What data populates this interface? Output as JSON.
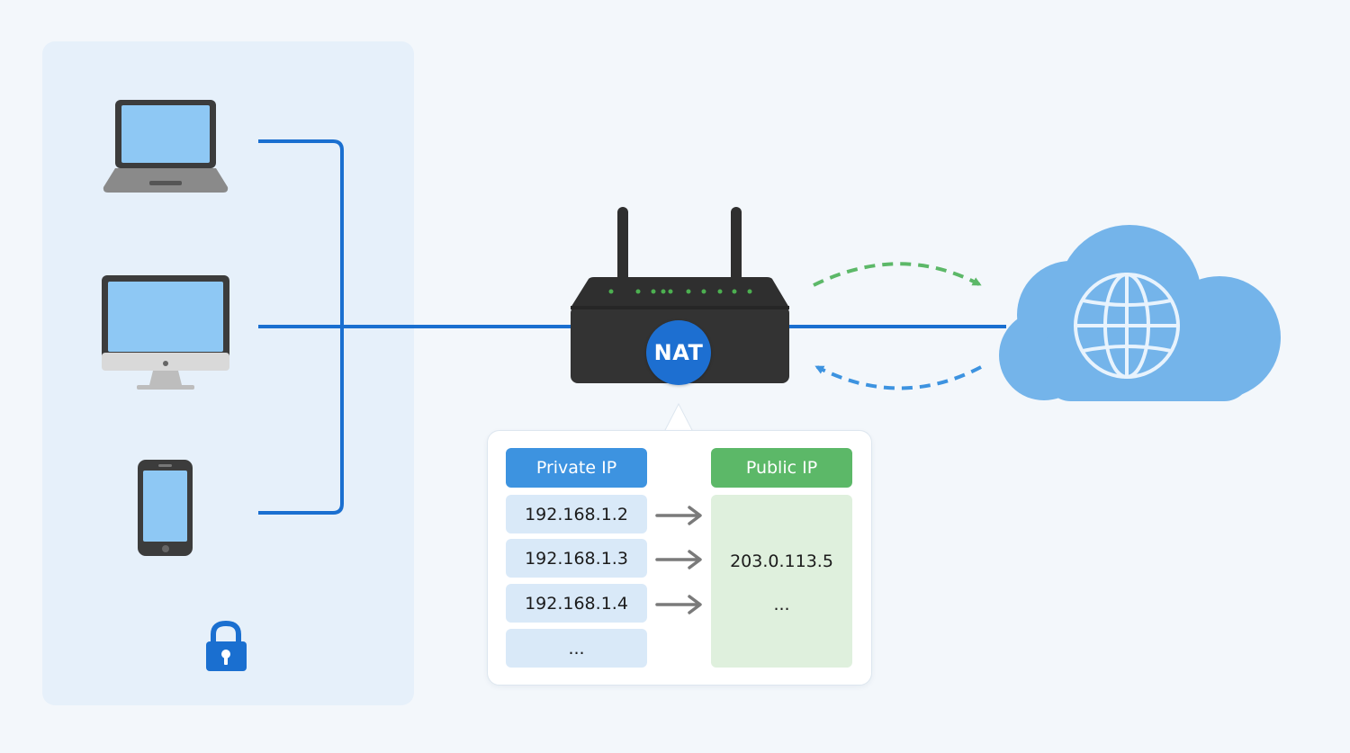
{
  "router": {
    "badge": "NAT"
  },
  "nat_table": {
    "private_header": "Private IP",
    "public_header": "Public IP",
    "private_ips": [
      "192.168.1.2",
      "192.168.1.3",
      "192.168.1.4",
      "..."
    ],
    "public_ips": [
      "203.0.113.5",
      "..."
    ]
  },
  "colors": {
    "link": "#1a6fd0",
    "outbound_arrow": "#5cb868",
    "inbound_arrow": "#3d93e0",
    "cloud": "#74b4ea",
    "device_screen": "#8ec8f4"
  },
  "icons": [
    "laptop-icon",
    "desktop-monitor-icon",
    "smartphone-icon",
    "lock-icon",
    "router-icon",
    "cloud-icon",
    "globe-icon"
  ]
}
